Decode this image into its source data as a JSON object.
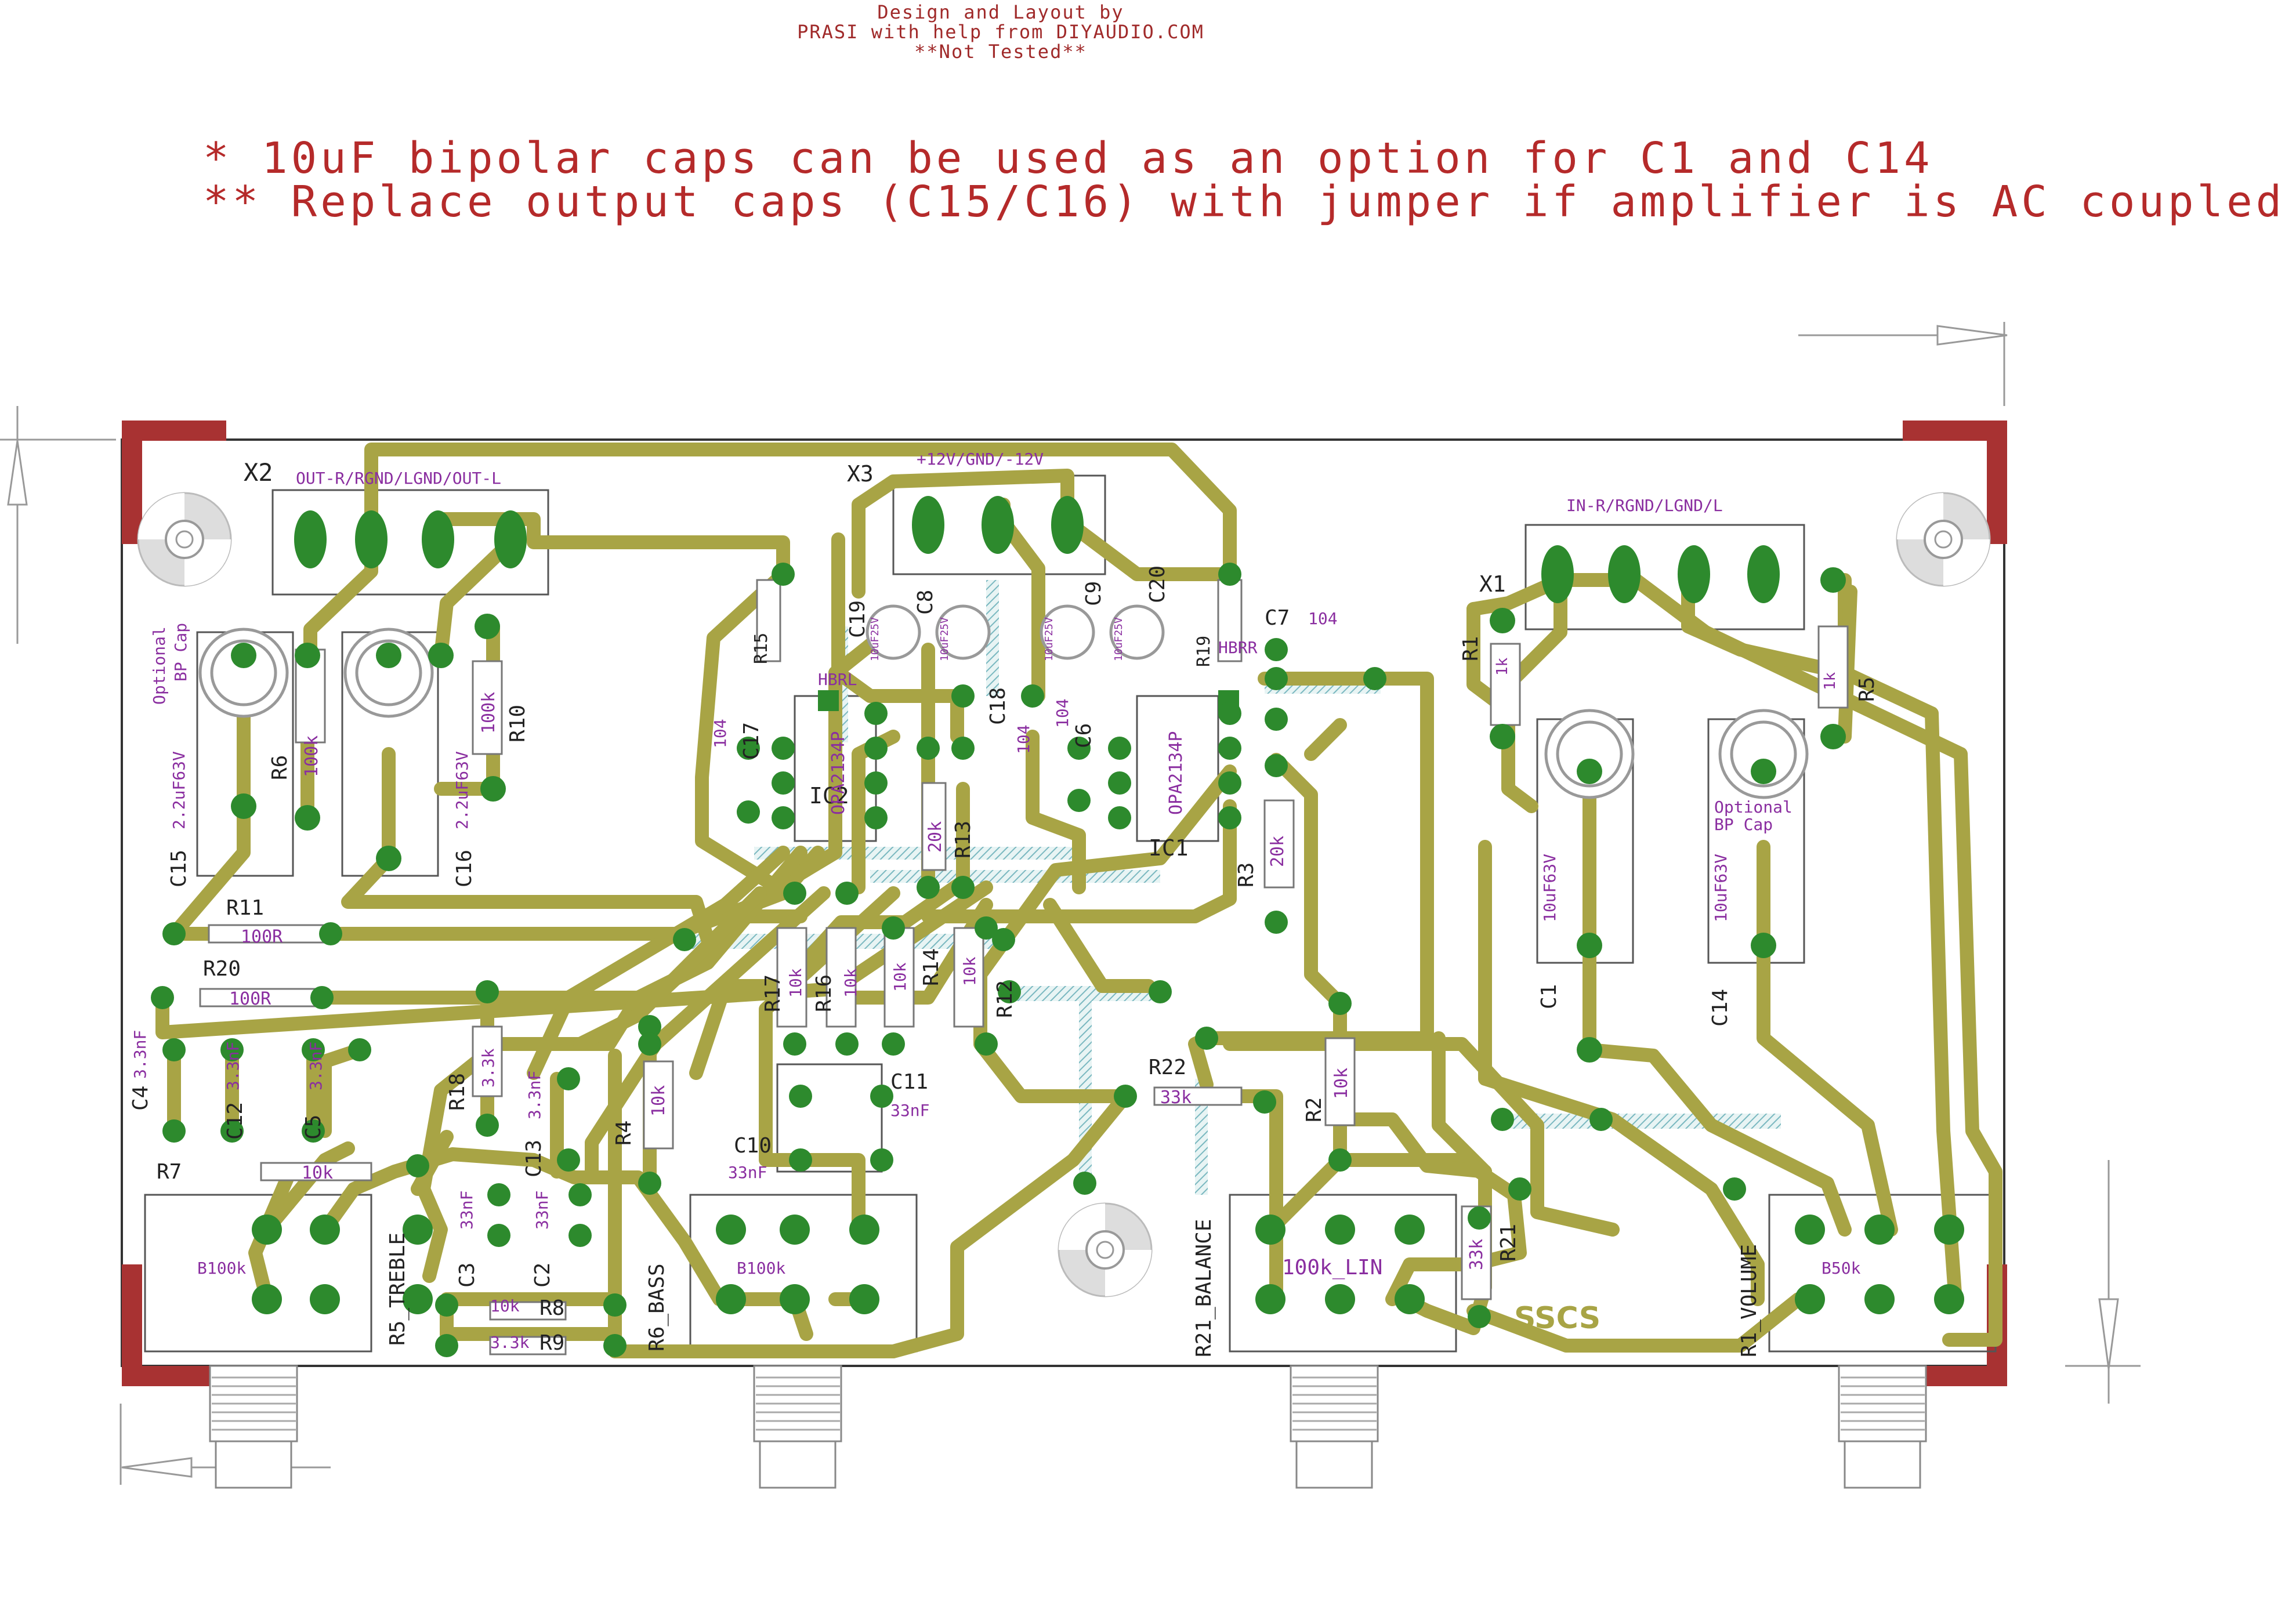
{
  "header": {
    "line1": "Design and Layout by",
    "line2": "PRASI with help from DIYAUDIO.COM",
    "line3": "**Not Tested**"
  },
  "notes": [
    "* 10uF bipolar  caps can be used as an option for C1 and C14",
    "** Replace output caps (C15/C16) with jumper if amplifier is AC coupled"
  ],
  "labels": {
    "x2": "X2",
    "out_connector": "OUT-R/RGND/LGND/OUT-L",
    "x3": "X3",
    "power_connector": "+12V/GND/-12V",
    "in_connector": "IN-R/RGND/LGND/L",
    "x1": "X1",
    "c7": "C7",
    "c7_value": "104",
    "ic1": "IC1",
    "ic2": "IC2",
    "opamp": "OPA2134P",
    "r11": "R11",
    "r11_value": "100R",
    "r20": "R20",
    "r20_value": "100R",
    "r7": "R7",
    "r7_value": "10k",
    "pot_treble": "R5_TREBLE",
    "pot_treble_value": "B100k",
    "pot_bass": "R6_BASS",
    "pot_bass_value": "B100k",
    "pot_balance": "R21_BALANCE",
    "pot_balance_value": "100k_LIN",
    "pot_volume": "R1_VOLUME",
    "pot_volume_value": "B50k",
    "r22": "R22",
    "r22_value": "33k",
    "c10": "C10",
    "c10_value": "33nF",
    "c11": "C11",
    "c11_value": "33nF",
    "r8": "R8",
    "r8_value": "10k",
    "r9": "R9",
    "r9_value": "3.3k",
    "r15": "R15",
    "r15_value": "HBRL",
    "r19": "R19",
    "r19_value": "HBRR",
    "c15": "C15",
    "c15_value": "2.2uF63V",
    "c16": "C16",
    "c16_value": "2.2uF63V",
    "optional_bp_cap": "Optional",
    "optional_bp_cap_2": "BP Cap",
    "r6": "R6",
    "r6_value": "100k",
    "r10": "R10",
    "r10_value": "100k",
    "c19": "C19",
    "c8": "C8",
    "c9": "C9",
    "c20": "C20",
    "cap_10uf25v": "10uF25V",
    "c17": "C17",
    "c18": "C18",
    "c6": "C6",
    "value_104": "104",
    "r13": "R13",
    "r13_value": "20k",
    "r3": "R3",
    "r3_value": "20k",
    "r17": "R17",
    "r16": "R16",
    "r14": "R14",
    "r12": "R12",
    "value_10k": "10k",
    "r18": "R18",
    "r18_value": "3.3k",
    "c13": "C13",
    "value_3_3nf": "3.3nF",
    "r4": "R4",
    "r4_value": "10k",
    "c4": "C4",
    "c12": "C12",
    "c5": "C5",
    "c3": "C3",
    "c2": "C2",
    "value_33nf": "33nF",
    "r2": "R2",
    "r2_value": "10k",
    "r21": "R21",
    "r21_value": "33k",
    "r1": "R1",
    "r5": "R5",
    "value_1k": "1k",
    "c1": "C1",
    "c14": "C14",
    "value_10uf63v": "10uF63V",
    "sscs": "SSCS"
  },
  "colors": {
    "trace": "#a8a445",
    "pad": "#2d8a2d",
    "corner_marker": "#a83232",
    "note_text": "#b52a2a",
    "value_text": "#8a2ea0"
  }
}
